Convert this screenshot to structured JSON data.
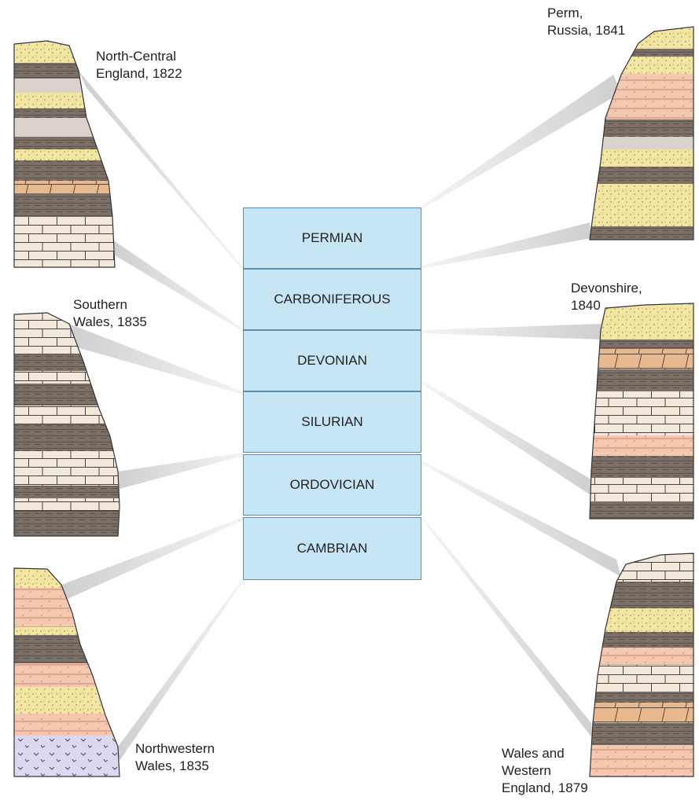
{
  "periods": [
    {
      "name": "PERMIAN"
    },
    {
      "name": "CARBONIFEROUS"
    },
    {
      "name": "DEVONIAN"
    },
    {
      "name": "SILURIAN"
    },
    {
      "name": "ORDOVICIAN"
    },
    {
      "name": "CAMBRIAN"
    }
  ],
  "sections": {
    "north_central_england": {
      "line1": "North-Central",
      "line2": "England, 1822"
    },
    "southern_wales": {
      "line1": "Southern",
      "line2": "Wales, 1835"
    },
    "northwestern_wales": {
      "line1": "Northwestern",
      "line2": "Wales, 1835"
    },
    "perm_russia": {
      "line1": "Perm,",
      "line2": "Russia, 1841"
    },
    "devonshire": {
      "line1": "Devonshire,",
      "line2": "1840"
    },
    "wales_western_england": {
      "line1": "Wales and",
      "line2": "Western",
      "line3": "England, 1879"
    }
  },
  "colors": {
    "period_fill": "#c6e6f6",
    "period_border": "#5a8fb0",
    "sandstone": "#f3e6a2",
    "shale": "#7b6f66",
    "limestone": "#f2e8dc",
    "red_siltstone": "#f4c7b0",
    "tan_dolomite": "#e8b98e",
    "gray_layer": "#d9d3cc",
    "igneous": "#dcd8ee",
    "connector": "#e2e2e2"
  }
}
